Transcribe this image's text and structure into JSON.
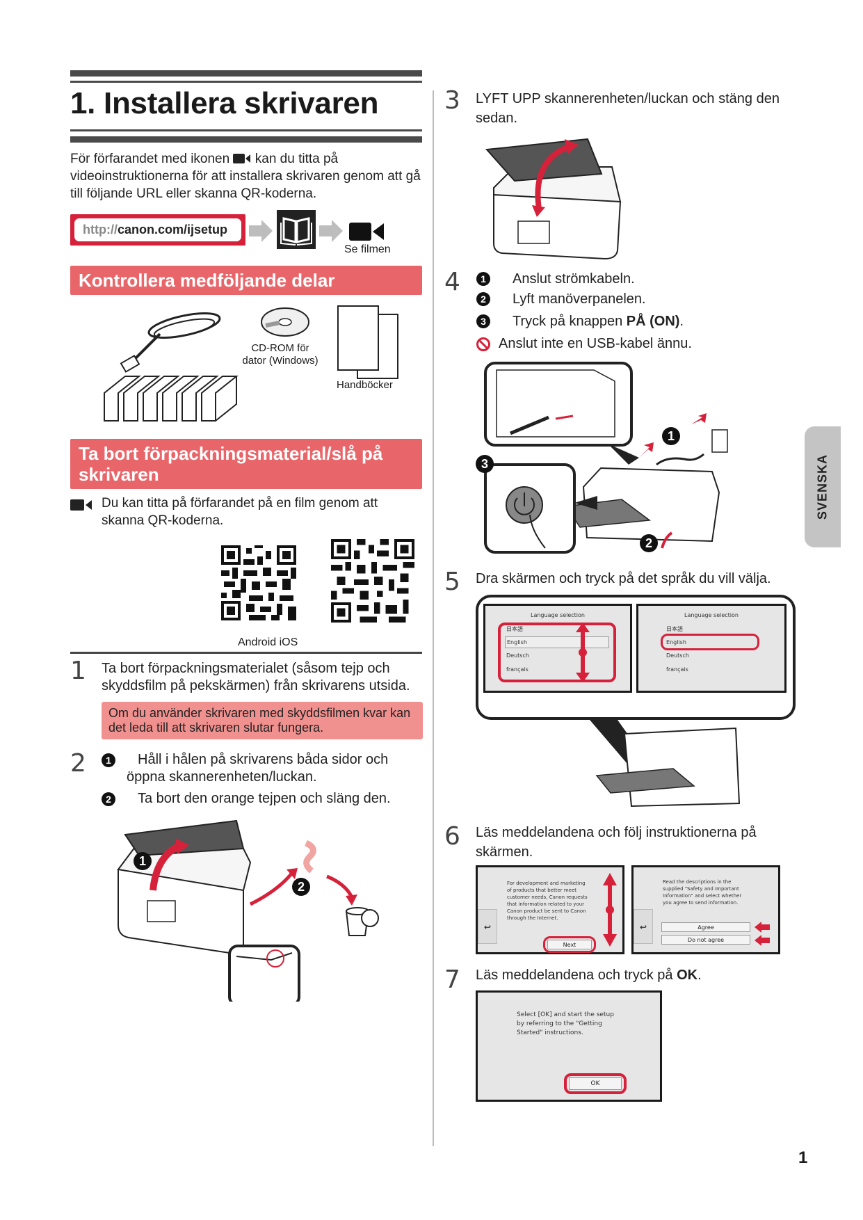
{
  "header": {
    "title": "1. Installera skrivaren",
    "intro_part1": "För förfarandet med ikonen",
    "intro_part2": "kan du titta på videoinstruktionerna för att installera skrivaren genom att gå till följande URL eller skanna QR-koderna.",
    "url_protocol": "http://",
    "url_rest": "canon.com/ijsetup",
    "see_film_label": "Se filmen"
  },
  "contents": {
    "heading": "Kontrollera medföljande delar",
    "cdrom_label": "CD-ROM för dator (Windows)",
    "manuals_label": "Handböcker"
  },
  "unpack": {
    "heading": "Ta bort förpackningsmaterial/slå på skrivaren",
    "video_note": "Du kan titta på förfarandet på en film genom att skanna QR-koderna.",
    "qr_label": "Android iOS"
  },
  "steps": {
    "s1": {
      "num": "1",
      "text": "Ta bort förpackningsmaterialet (såsom tejp och skyddsfilm på pekskärmen) från skrivarens utsida.",
      "warning": "Om du använder skrivaren med skyddsfilmen kvar kan det leda till att skrivaren slutar fungera."
    },
    "s2": {
      "num": "2",
      "items": [
        {
          "marker": "1",
          "text": "Håll i hålen på skrivarens båda sidor och öppna skannerenheten/luckan."
        },
        {
          "marker": "2",
          "text": "Ta bort den orange tejpen och släng den."
        }
      ],
      "illus_markers": [
        "1",
        "2"
      ]
    },
    "s3": {
      "num": "3",
      "text": "LYFT UPP skannerenheten/luckan och stäng den sedan."
    },
    "s4": {
      "num": "4",
      "items": [
        {
          "marker": "1",
          "text": "Anslut strömkabeln."
        },
        {
          "marker": "2",
          "text": "Lyft manöverpanelen."
        },
        {
          "marker": "3",
          "text_plain": "Tryck på knappen ",
          "text_bold": "PÅ (ON)",
          "text_end": "."
        }
      ],
      "prohibition": "Anslut inte en USB-kabel ännu.",
      "illus_markers": [
        "1",
        "2",
        "3"
      ]
    },
    "s5": {
      "num": "5",
      "text": "Dra skärmen och tryck på det språk du vill välja.",
      "screen_title": "Language selection",
      "languages": [
        "日本語",
        "English",
        "Deutsch",
        "français"
      ]
    },
    "s6": {
      "num": "6",
      "text": "Läs meddelandena och följ instruktionerna på skärmen.",
      "screen1_text": "For development and marketing of products that better meet customer needs, Canon requests that information related to your Canon product be sent to Canon through the Internet.",
      "screen1_button": "Next",
      "screen2_text": "Read the descriptions in the supplied \"Safety and Important Information\" and select whether you agree to send information.",
      "screen2_agree": "Agree",
      "screen2_disagree": "Do not agree",
      "back_symbol": "↩"
    },
    "s7": {
      "num": "7",
      "text_plain": "Läs meddelandena och tryck på ",
      "text_bold": "OK",
      "text_end": ".",
      "screen_text": "Select [OK] and start the setup by referring to the \"Getting Started\" instructions.",
      "screen_button": "OK"
    }
  },
  "side_tab": "SVENSKA",
  "page_number": "1",
  "colors": {
    "accent_red": "#d6213a",
    "header_pink": "#e8666a",
    "warning_pink": "#f1918f",
    "tab_grey": "#c4c4c4"
  }
}
